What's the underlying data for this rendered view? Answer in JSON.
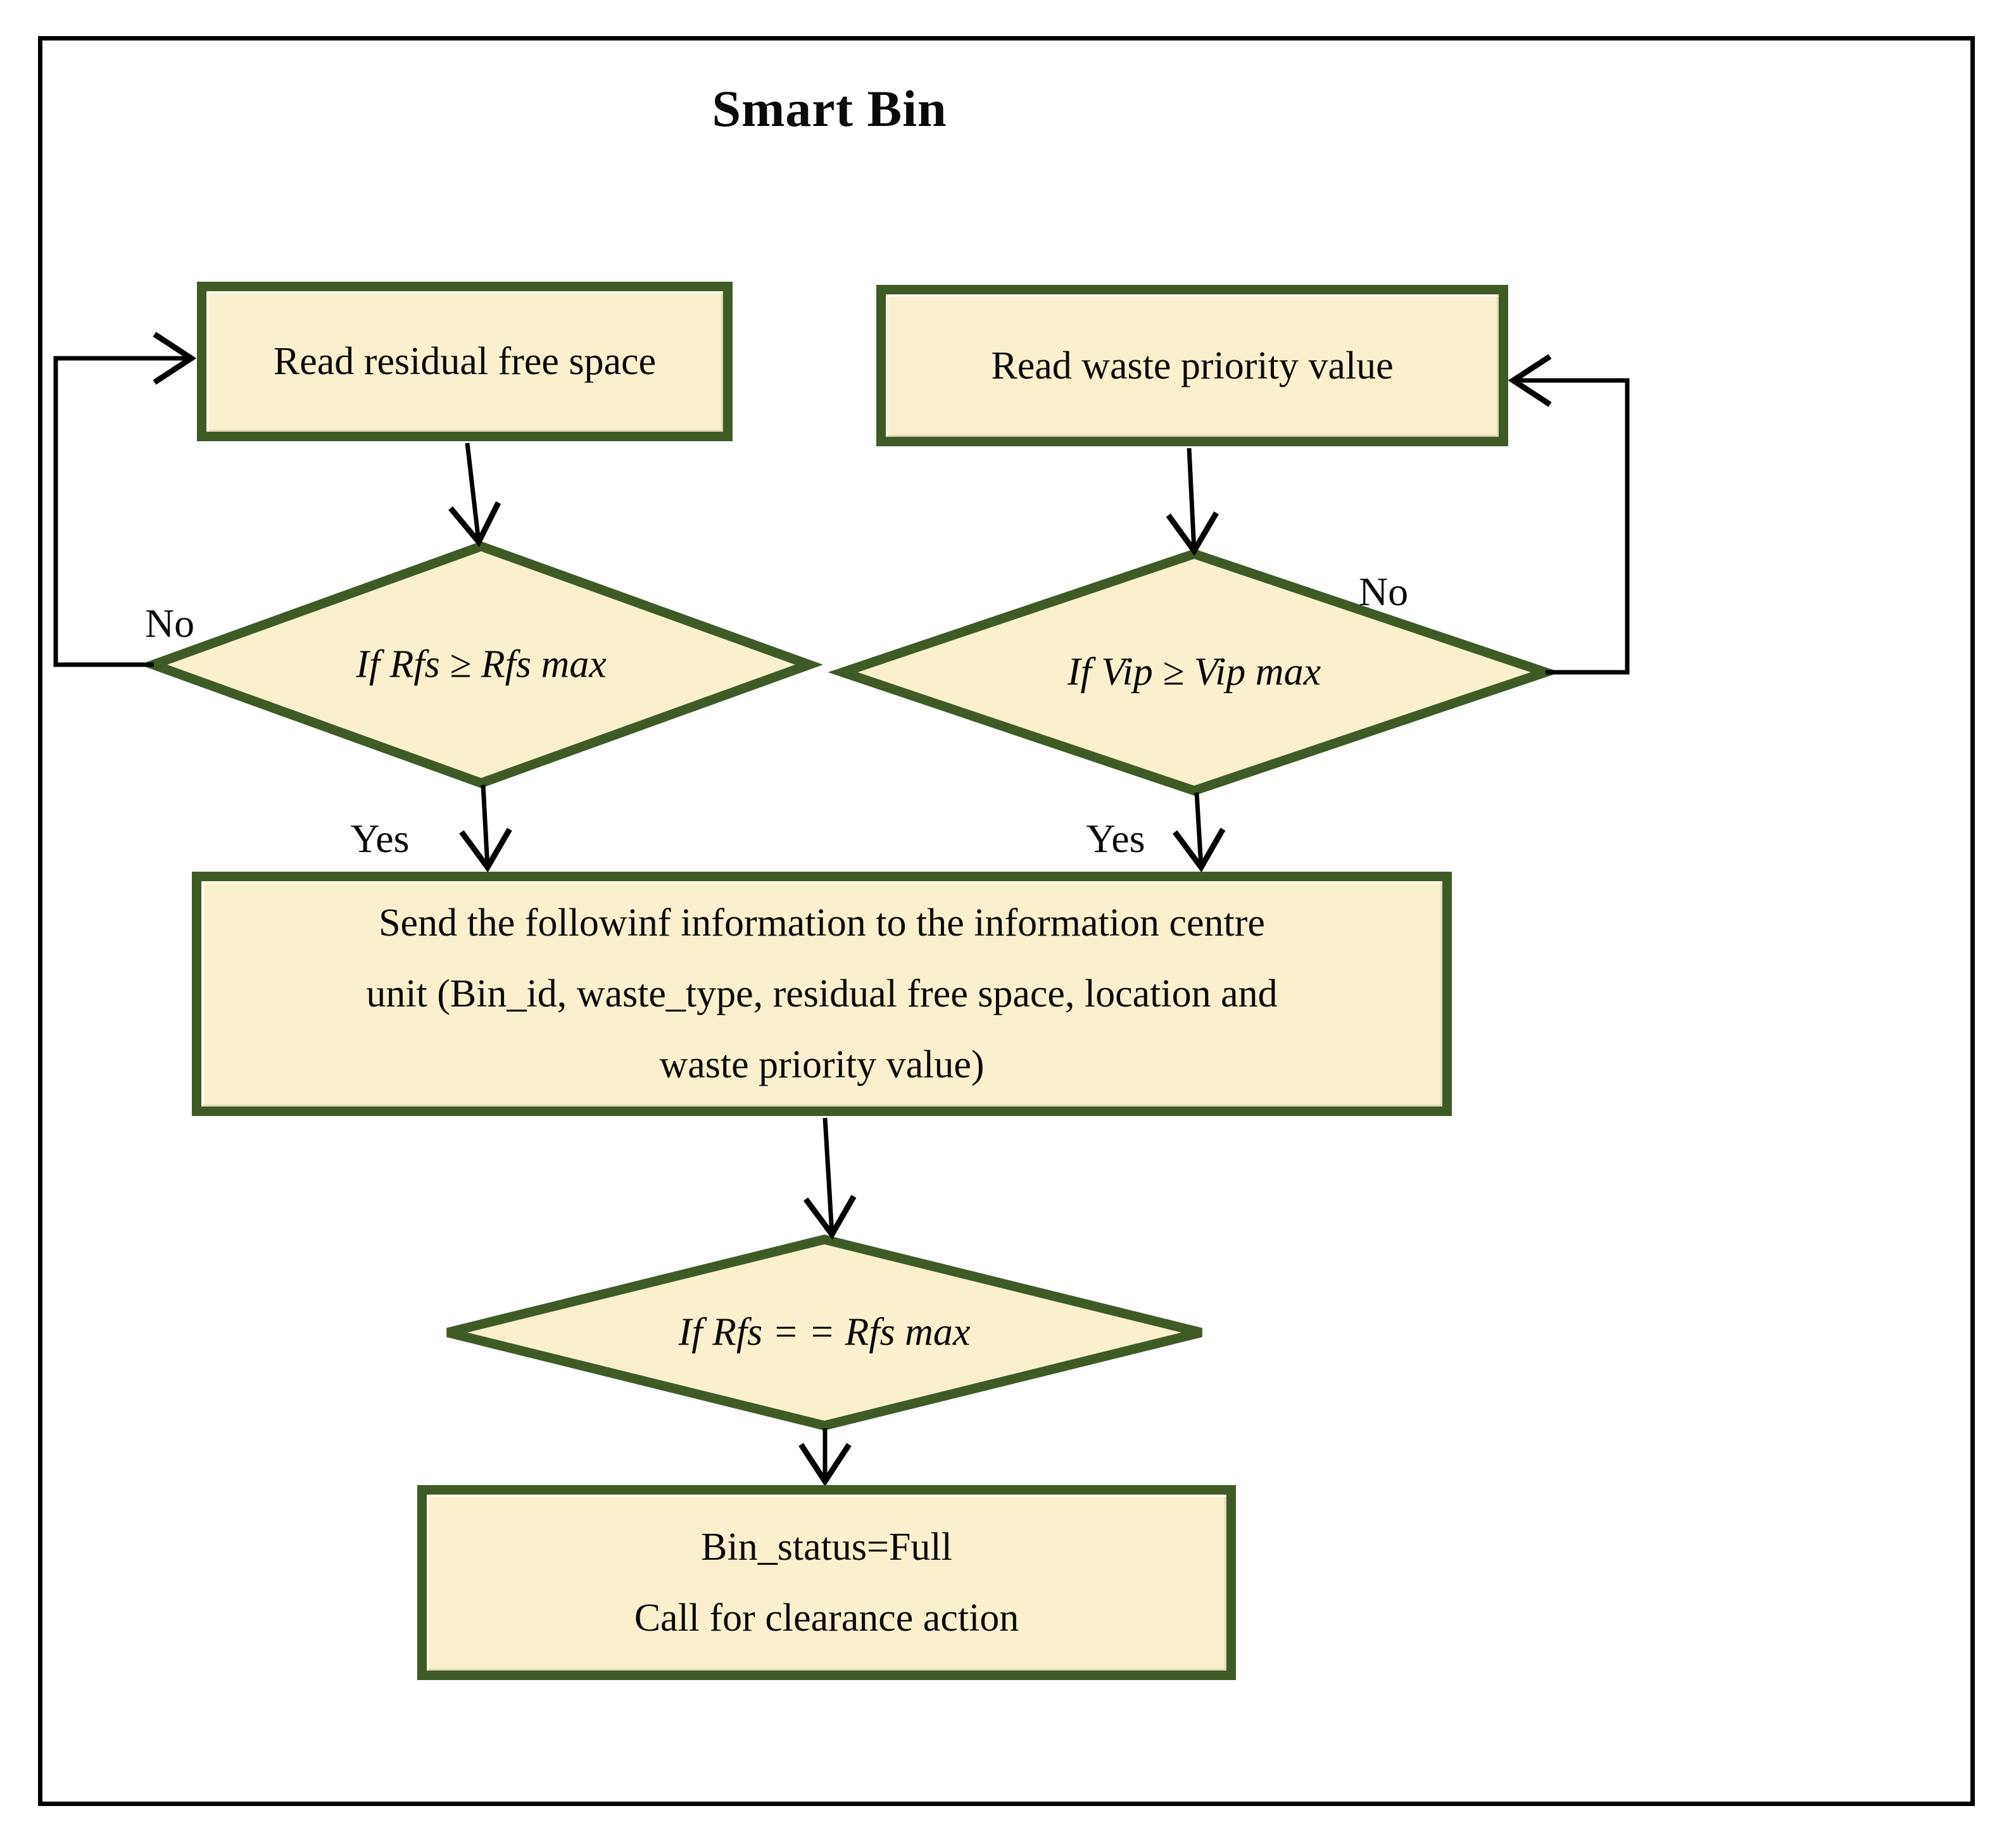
{
  "diagram": {
    "title": "Smart Bin",
    "colors": {
      "shape_fill": "#FAF0CD",
      "shape_border": "#3E5B26",
      "connector": "#000000",
      "frame_border": "#000000",
      "background": "#FFFFFF",
      "text": "#0A0A0A"
    },
    "nodes": {
      "read_rfs": {
        "type": "process",
        "label": "Read residual free space"
      },
      "read_vip": {
        "type": "process",
        "label": "Read waste priority value"
      },
      "rfs_check": {
        "type": "decision",
        "label": "If Rfs ≥ Rfs max"
      },
      "vip_check": {
        "type": "decision",
        "label": "If Vip ≥ Vip max"
      },
      "send_info": {
        "type": "process",
        "lines": [
          "Send the followinf information to the information centre",
          "unit (Bin_id, waste_type, residual free space, location and",
          "waste priority value)"
        ]
      },
      "rfs_full_check": {
        "type": "decision",
        "label": "If Rfs = = Rfs max"
      },
      "bin_full": {
        "type": "process",
        "lines": [
          "Bin_status=Full",
          "Call for clearance action"
        ]
      }
    },
    "edge_labels": {
      "rfs_no": "No",
      "rfs_yes": "Yes",
      "vip_no": "No",
      "vip_yes": "Yes"
    }
  }
}
